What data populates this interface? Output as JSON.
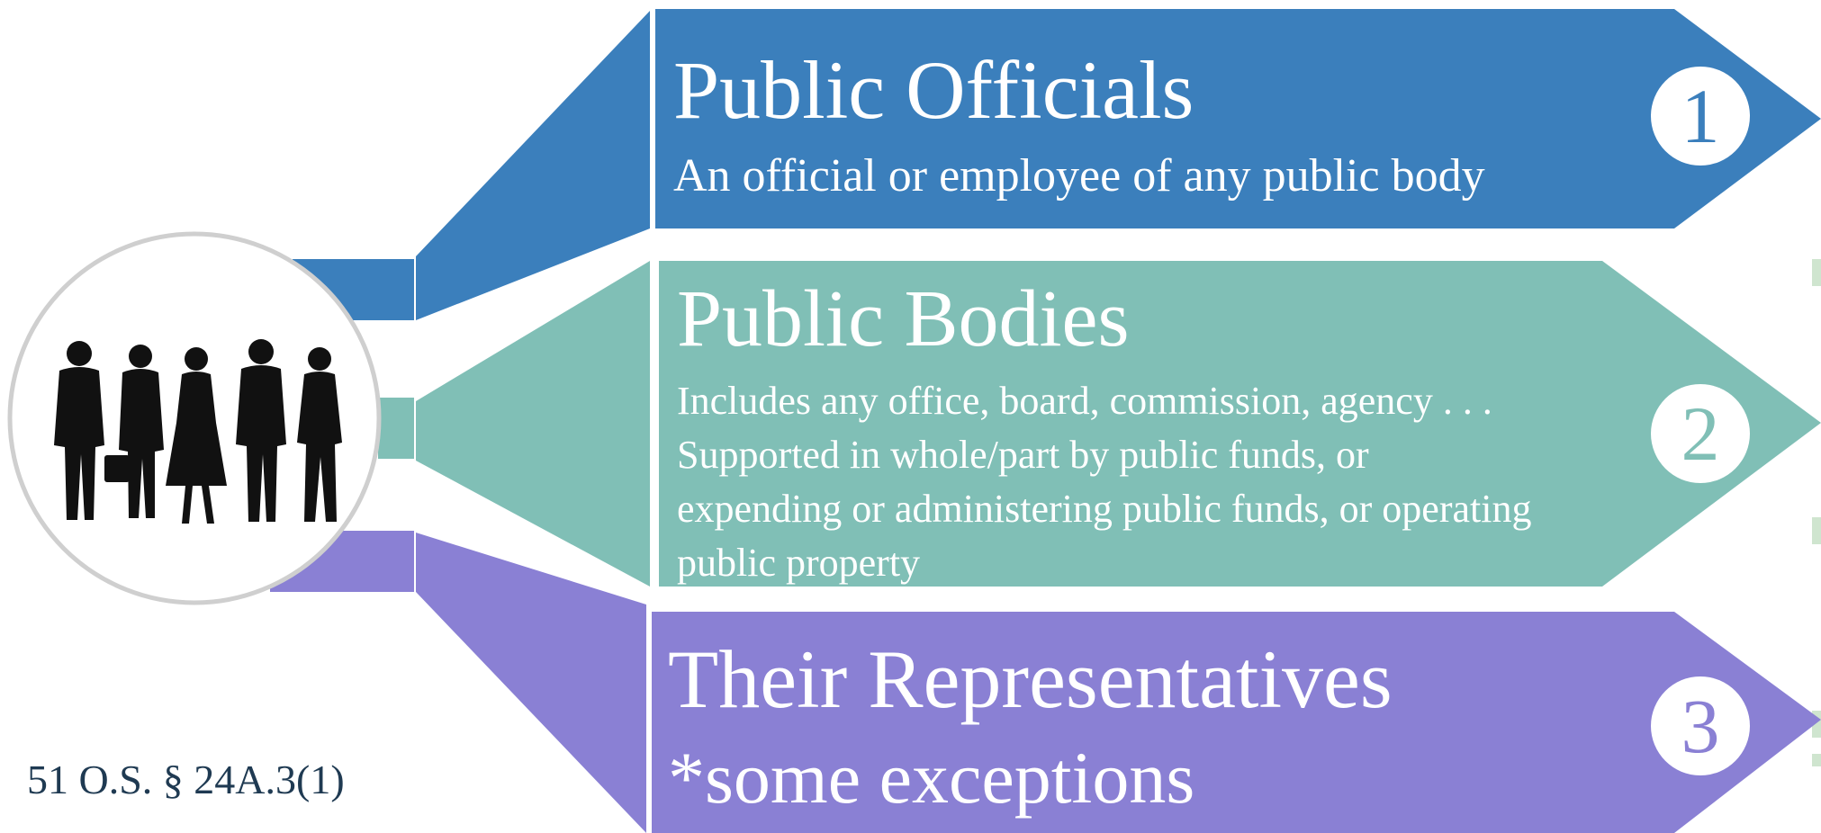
{
  "colors": {
    "officials": "#3b7fbc",
    "bodies": "#80bfb6",
    "representatives": "#8a80d4",
    "citation": "#1f3a52",
    "side_marks": "#cfe5cf",
    "circle_border": "#cfcfcf"
  },
  "icon": "people-silhouettes-icon",
  "items": [
    {
      "number": "1",
      "title": "Public Officials",
      "description": "An official or employee of any public body"
    },
    {
      "number": "2",
      "title": "Public Bodies",
      "description_lines": [
        "Includes any office, board, commission, agency . . .",
        "Supported in whole/part by public funds, or",
        "expending or administering public funds, or operating",
        "public property"
      ]
    },
    {
      "number": "3",
      "title": "Their Representatives",
      "description": "*some exceptions"
    }
  ],
  "citation": "51 O.S. § 24A.3(1)"
}
